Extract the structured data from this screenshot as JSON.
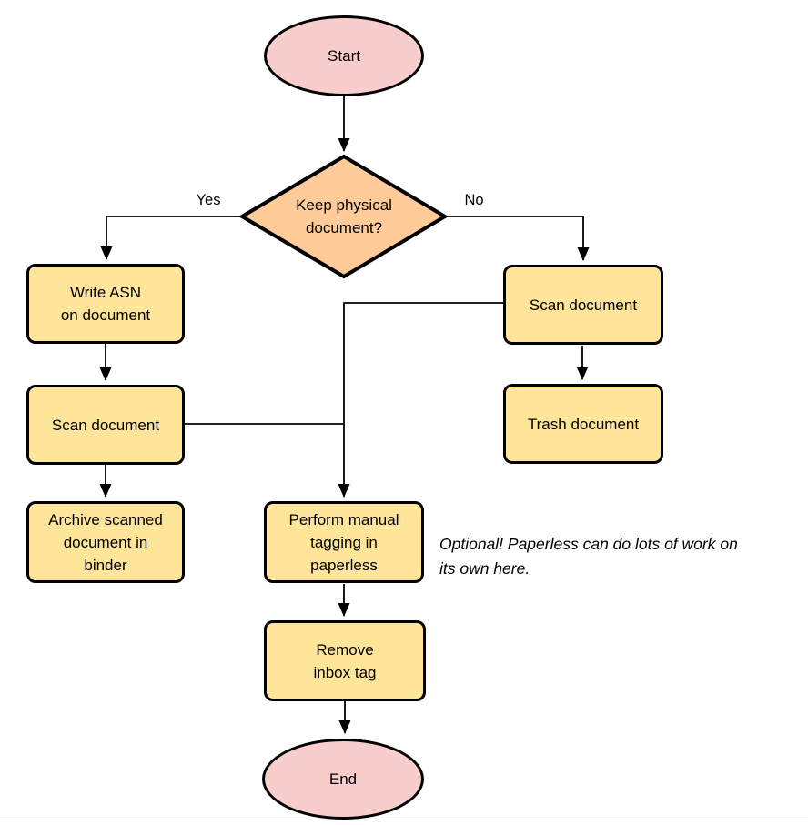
{
  "diagram": {
    "type": "flowchart",
    "background": "#ffffff",
    "colors": {
      "terminal_fill": "#F8CECC",
      "decision_fill": "#FFCC99",
      "process_fill": "#FFE599",
      "outline": "#000000",
      "connector": "#000000"
    },
    "nodes": {
      "start": {
        "type": "terminal",
        "label": "Start"
      },
      "decision_keep_physical": {
        "type": "decision",
        "label": "Keep physical\ndocument?"
      },
      "write_asn": {
        "type": "process",
        "label": "Write ASN\non document"
      },
      "scan_document_left": {
        "type": "process",
        "label": "Scan document"
      },
      "archive_scanned": {
        "type": "process",
        "label": "Archive scanned\ndocument in\nbinder"
      },
      "scan_document_right": {
        "type": "process",
        "label": "Scan document"
      },
      "trash_document": {
        "type": "process",
        "label": "Trash document"
      },
      "perform_manual_tagging": {
        "type": "process",
        "label": "Perform manual\ntagging in\npaperless"
      },
      "remove_inbox_tag": {
        "type": "process",
        "label": "Remove\ninbox tag"
      },
      "end": {
        "type": "terminal",
        "label": "End"
      }
    },
    "edge_labels": {
      "yes": "Yes",
      "no": "No"
    },
    "annotation": {
      "text": "Optional! Paperless can do lots of work on\nits own here."
    }
  }
}
